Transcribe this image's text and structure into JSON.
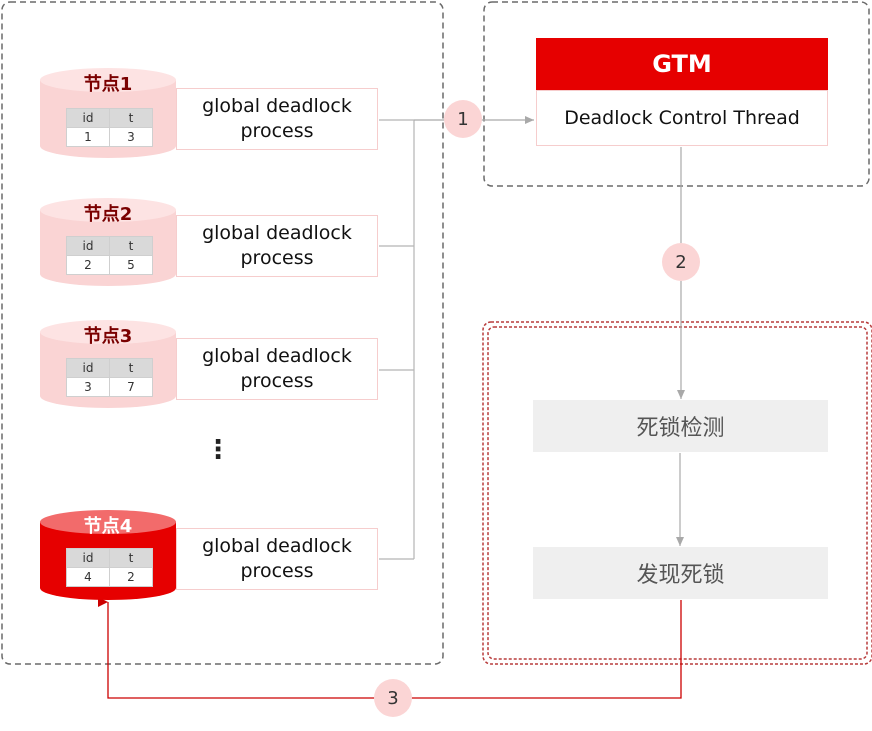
{
  "nodes": [
    {
      "label": "节点1",
      "table": {
        "headers": [
          "id",
          "t"
        ],
        "values": [
          "1",
          "3"
        ]
      },
      "process": "global deadlock process"
    },
    {
      "label": "节点2",
      "table": {
        "headers": [
          "id",
          "t"
        ],
        "values": [
          "2",
          "5"
        ]
      },
      "process": "global deadlock process"
    },
    {
      "label": "节点3",
      "table": {
        "headers": [
          "id",
          "t"
        ],
        "values": [
          "3",
          "7"
        ]
      },
      "process": "global deadlock process"
    },
    {
      "label": "节点4",
      "table": {
        "headers": [
          "id",
          "t"
        ],
        "values": [
          "4",
          "2"
        ]
      },
      "process": "global deadlock process",
      "highlighted": true
    }
  ],
  "ellipsis": "⋮",
  "gtm": {
    "title": "GTM",
    "thread": "Deadlock Control Thread"
  },
  "steps": {
    "detect": "死锁检测",
    "found": "发现死锁"
  },
  "badges": [
    "1",
    "2",
    "3"
  ],
  "colors": {
    "accent": "#e60000",
    "node_fill": "#fad4d4",
    "badge_fill": "#fbd5d5",
    "step_fill": "#efefef",
    "connector": "#b5b5b5",
    "return_arrow": "#cc0000"
  }
}
